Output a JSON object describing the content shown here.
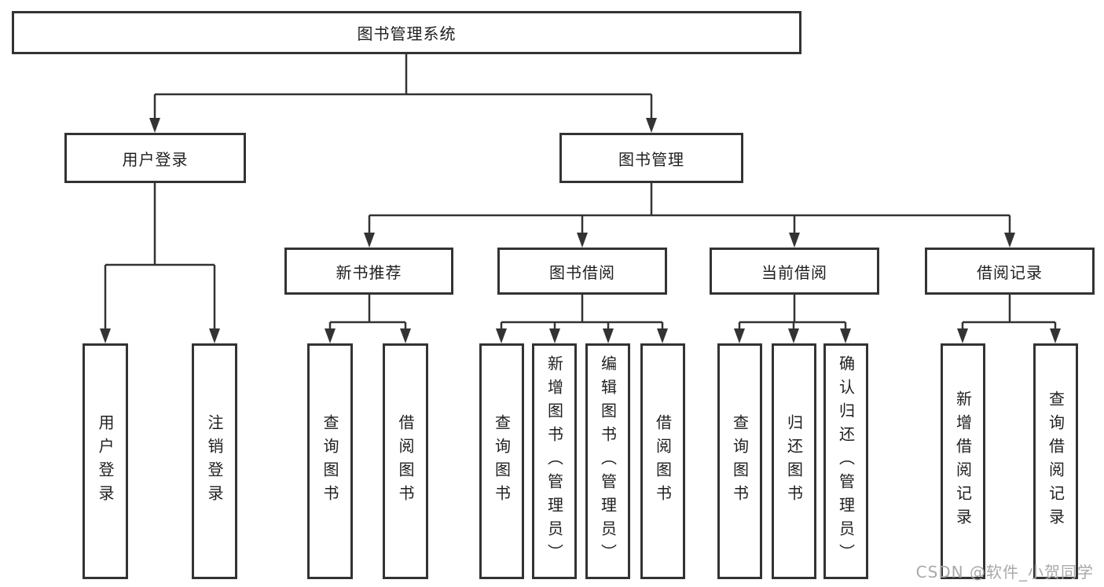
{
  "diagram_title": "图书管理系统",
  "tree": {
    "label": "图书管理系统",
    "children": [
      {
        "label": "用户登录",
        "children": [
          {
            "label": "用户登录"
          },
          {
            "label": "注销登录"
          }
        ]
      },
      {
        "label": "图书管理",
        "children": [
          {
            "label": "新书推荐",
            "children": [
              {
                "label": "查询图书"
              },
              {
                "label": "借阅图书"
              }
            ]
          },
          {
            "label": "图书借阅",
            "children": [
              {
                "label": "查询图书"
              },
              {
                "label": "新增图书（管理员）"
              },
              {
                "label": "编辑图书（管理员）"
              },
              {
                "label": "借阅图书"
              }
            ]
          },
          {
            "label": "当前借阅",
            "children": [
              {
                "label": "查询图书"
              },
              {
                "label": "归还图书"
              },
              {
                "label": "确认归还（管理员）"
              }
            ]
          },
          {
            "label": "借阅记录",
            "children": [
              {
                "label": "新增借阅记录"
              },
              {
                "label": "查询借阅记录"
              }
            ]
          }
        ]
      }
    ]
  },
  "watermark": "CSDN @软件_小贺同学",
  "colors": {
    "line": "#333333",
    "text": "#1f1f1f",
    "watermark": "#a9a9a9",
    "background": "#ffffff"
  }
}
